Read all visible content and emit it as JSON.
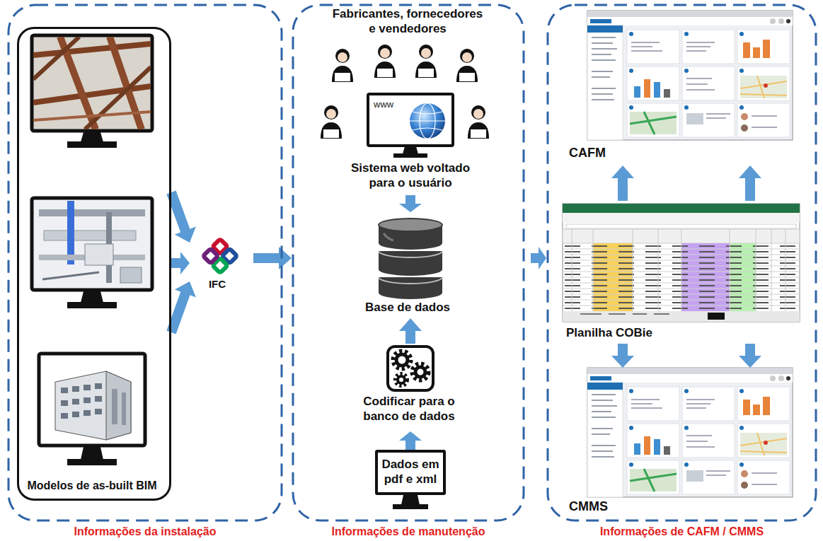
{
  "diagram": {
    "nodes": [
      {
        "text": [
          "Informações da instalação"
        ]
      },
      {
        "text": [
          "Modelos de as-built BIM"
        ],
        "in": 0
      },
      {
        "text": [
          "IFC"
        ],
        "in": 0
      },
      {
        "text": [
          "Informações de manutenção"
        ]
      },
      {
        "text": [
          "Fabricantes, fornecedores e vendedores"
        ],
        "in": 3
      },
      {
        "text": [
          "www",
          "Sistema web voltado para o usuário"
        ],
        "in": 3
      },
      {
        "text": [
          "Base de dados"
        ],
        "in": 3
      },
      {
        "text": [
          "Codificar para o banco de dados"
        ],
        "in": 3
      },
      {
        "text": [
          "Dados em pdf e xml"
        ],
        "in": 3
      },
      {
        "text": [
          "Informações de CAFM / CMMS"
        ]
      },
      {
        "text": [
          "CAFM"
        ],
        "in": 9
      },
      {
        "text": [
          "Planilha COBie"
        ],
        "in": 9
      },
      {
        "text": [
          "CMMS"
        ],
        "in": 9
      }
    ],
    "edges": [
      {
        "from": 1,
        "to": 2,
        "arrow": "to"
      },
      {
        "from": 1,
        "to": 2,
        "arrow": "to"
      },
      {
        "from": 1,
        "to": 2,
        "arrow": "to"
      },
      {
        "from": 2,
        "to": 3,
        "arrow": "to"
      },
      {
        "from": 3,
        "to": 9,
        "arrow": "to"
      },
      {
        "from": 5,
        "to": 6,
        "arrow": "to"
      },
      {
        "from": 7,
        "to": 6,
        "arrow": "to"
      },
      {
        "from": 8,
        "to": 7,
        "arrow": "to"
      },
      {
        "from": 11,
        "to": 10,
        "arrow": "to"
      },
      {
        "from": 11,
        "to": 10,
        "arrow": "to"
      },
      {
        "from": 11,
        "to": 12,
        "arrow": "to"
      },
      {
        "from": 11,
        "to": 12,
        "arrow": "to"
      }
    ]
  }
}
